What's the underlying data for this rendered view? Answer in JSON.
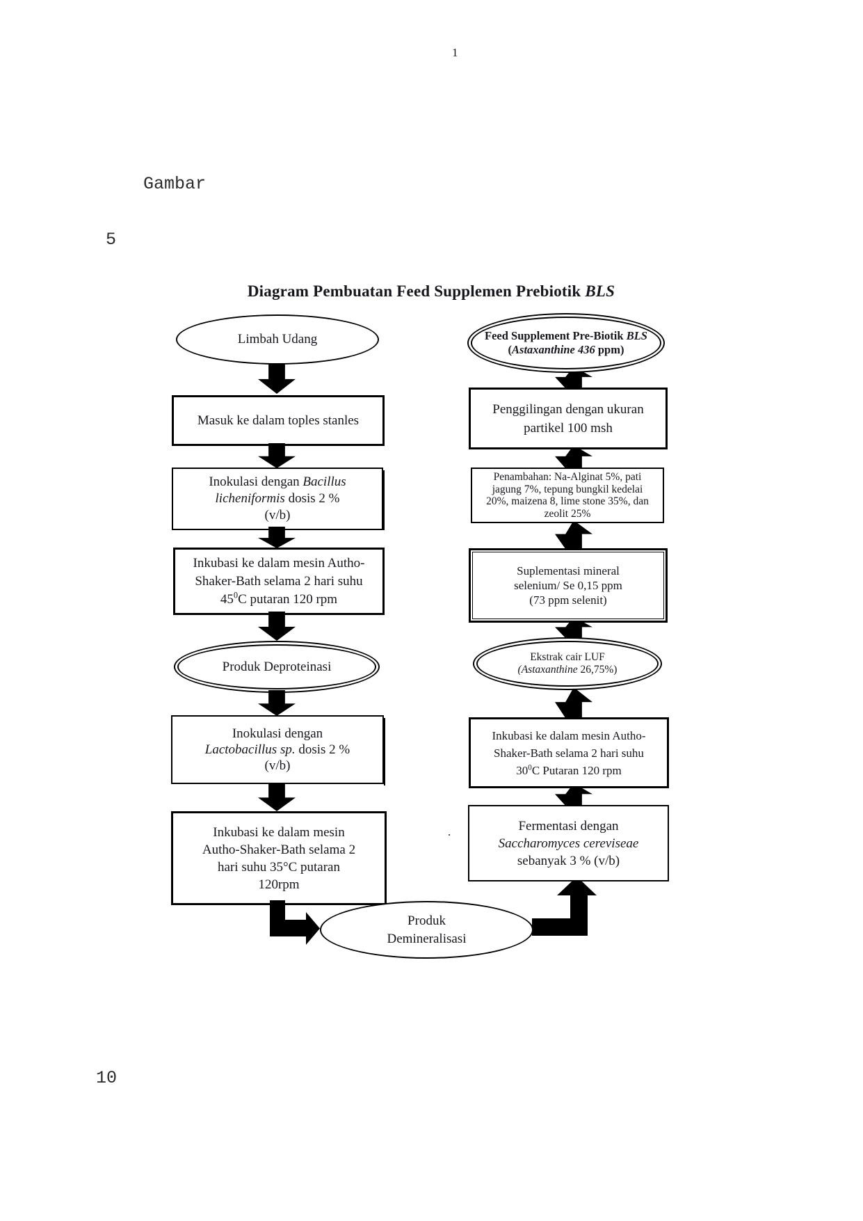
{
  "page": {
    "number": "1",
    "gambar_label": "Gambar",
    "line_marker_5": "5",
    "line_marker_10": "10",
    "stray_dot": "."
  },
  "diagram": {
    "title": {
      "main": "Diagram Pembuatan Feed Supplemen Prebiotik ",
      "italic": "BLS"
    },
    "nodes": {
      "limbah_udang": {
        "text": "Limbah Udang"
      },
      "masuk_toples": {
        "text": "Masuk ke dalam toples stanles"
      },
      "inokulasi_bacillus": {
        "l1_plain": "Inokulasi dengan ",
        "l1_italic": "Bacillus",
        "l2_italic": "licheniformis",
        "l2_plain": " dosis 2 %",
        "l3": "(v/b)"
      },
      "inkubasi_45": {
        "l1": "Inkubasi ke dalam mesin Autho-",
        "l2": "Shaker-Bath selama 2 hari suhu",
        "l3_pre": "45",
        "l3_sup": "0",
        "l3_post": "C putaran 120 rpm"
      },
      "produk_deproteinasi": {
        "text": "Produk Deproteinasi"
      },
      "inokulasi_lactobacillus": {
        "l1": "Inokulasi dengan",
        "l2_italic": "Lactobacillus sp.",
        "l2_plain": " dosis 2 %",
        "l3": "(v/b)"
      },
      "inkubasi_35": {
        "l1": "Inkubasi ke dalam mesin",
        "l2": "Autho-Shaker-Bath selama 2",
        "l3": "hari suhu 35°C putaran",
        "l4": "120rpm"
      },
      "produk_demineralisasi": {
        "l1": "Produk",
        "l2": "Demineralisasi"
      },
      "fermentasi": {
        "l1": "Fermentasi dengan",
        "l2_italic": "Saccharomyces cereviseae",
        "l3": "sebanyak 3 % (v/b)"
      },
      "inkubasi_30": {
        "l1": "Inkubasi ke dalam mesin Autho-",
        "l2": "Shaker-Bath selama 2 hari suhu",
        "l3_pre": "30",
        "l3_sup": "0",
        "l3_post": "C Putaran 120 rpm"
      },
      "ekstrak_luf": {
        "l1": "Ekstrak cair LUF",
        "l2_italic": "(Astaxanthine",
        "l2_plain": " 26,75%)"
      },
      "suplementasi": {
        "l1": "Suplementasi mineral",
        "l2": "selenium/ Se 0,15 ppm",
        "l3": "(73 ppm selenit)"
      },
      "penambahan": {
        "l1": "Penambahan: Na-Alginat 5%, pati",
        "l2": "jagung 7%, tepung bungkil kedelai",
        "l3": "20%, maizena 8, lime stone 35%, dan",
        "l4": "zeolit 25%"
      },
      "penggilingan": {
        "l1": "Penggilingan dengan ukuran",
        "l2": "partikel 100 msh"
      },
      "feed_supplement": {
        "l1_plain": "Feed Supplement Pre-Biotik ",
        "l1_italic": "BLS",
        "l2_open": "(",
        "l2_italic": "Astaxanthine 436",
        "l2_close": " ppm)"
      }
    }
  },
  "colors": {
    "ink": "#16161d",
    "arrow": "#000000",
    "paper": "#ffffff"
  }
}
